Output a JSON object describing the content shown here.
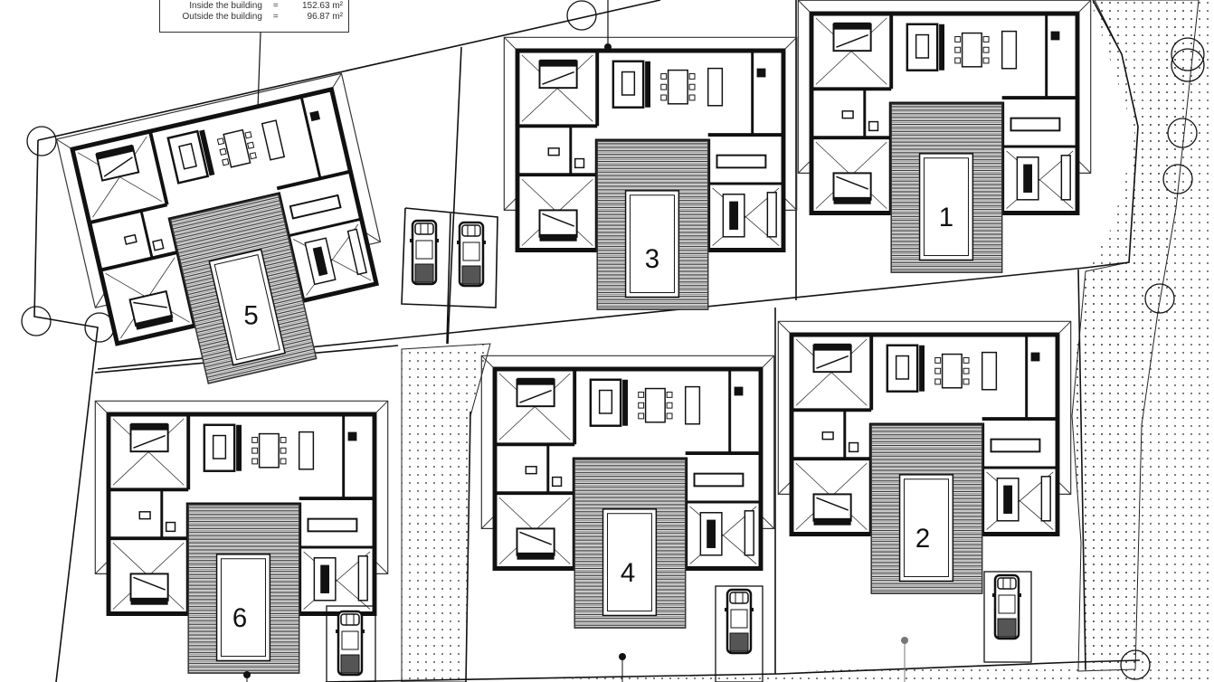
{
  "area_schedule": {
    "rows": [
      {
        "label": "Inside the building",
        "eq": "=",
        "value": "152.63 m²"
      },
      {
        "label": "Outside the building",
        "eq": "=",
        "value": "96.87 m²"
      }
    ]
  },
  "lots": [
    {
      "number": "1"
    },
    {
      "number": "2"
    },
    {
      "number": "3"
    },
    {
      "number": "4"
    },
    {
      "number": "5"
    },
    {
      "number": "6"
    }
  ],
  "colors": {
    "wall": "#111111",
    "line": "#222222",
    "deck": "#555555",
    "dots": "#666666",
    "background": "#ffffff"
  }
}
